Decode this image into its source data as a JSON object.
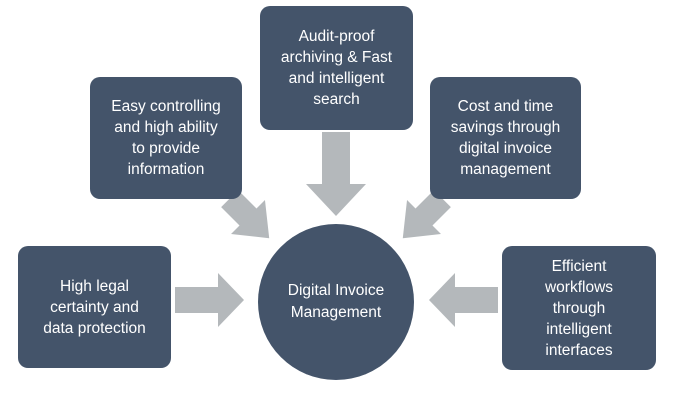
{
  "diagram": {
    "center": {
      "label": "Digital Invoice\nManagement"
    },
    "nodes": [
      {
        "id": "top-left",
        "label": "Easy controlling\nand high ability\nto provide\ninformation"
      },
      {
        "id": "top",
        "label": "Audit-proof\narchiving & Fast\nand intelligent\nsearch"
      },
      {
        "id": "top-right",
        "label": "Cost and time\nsavings through\ndigital invoice\nmanagement"
      },
      {
        "id": "left",
        "label": "High legal\ncertainty and\ndata protection"
      },
      {
        "id": "right",
        "label": "Efficient\nworkflows\nthrough\nintelligent\ninterfaces"
      }
    ],
    "colors": {
      "box": "#44546a",
      "arrow": "#b4b8bb",
      "text": "#ffffff"
    }
  }
}
